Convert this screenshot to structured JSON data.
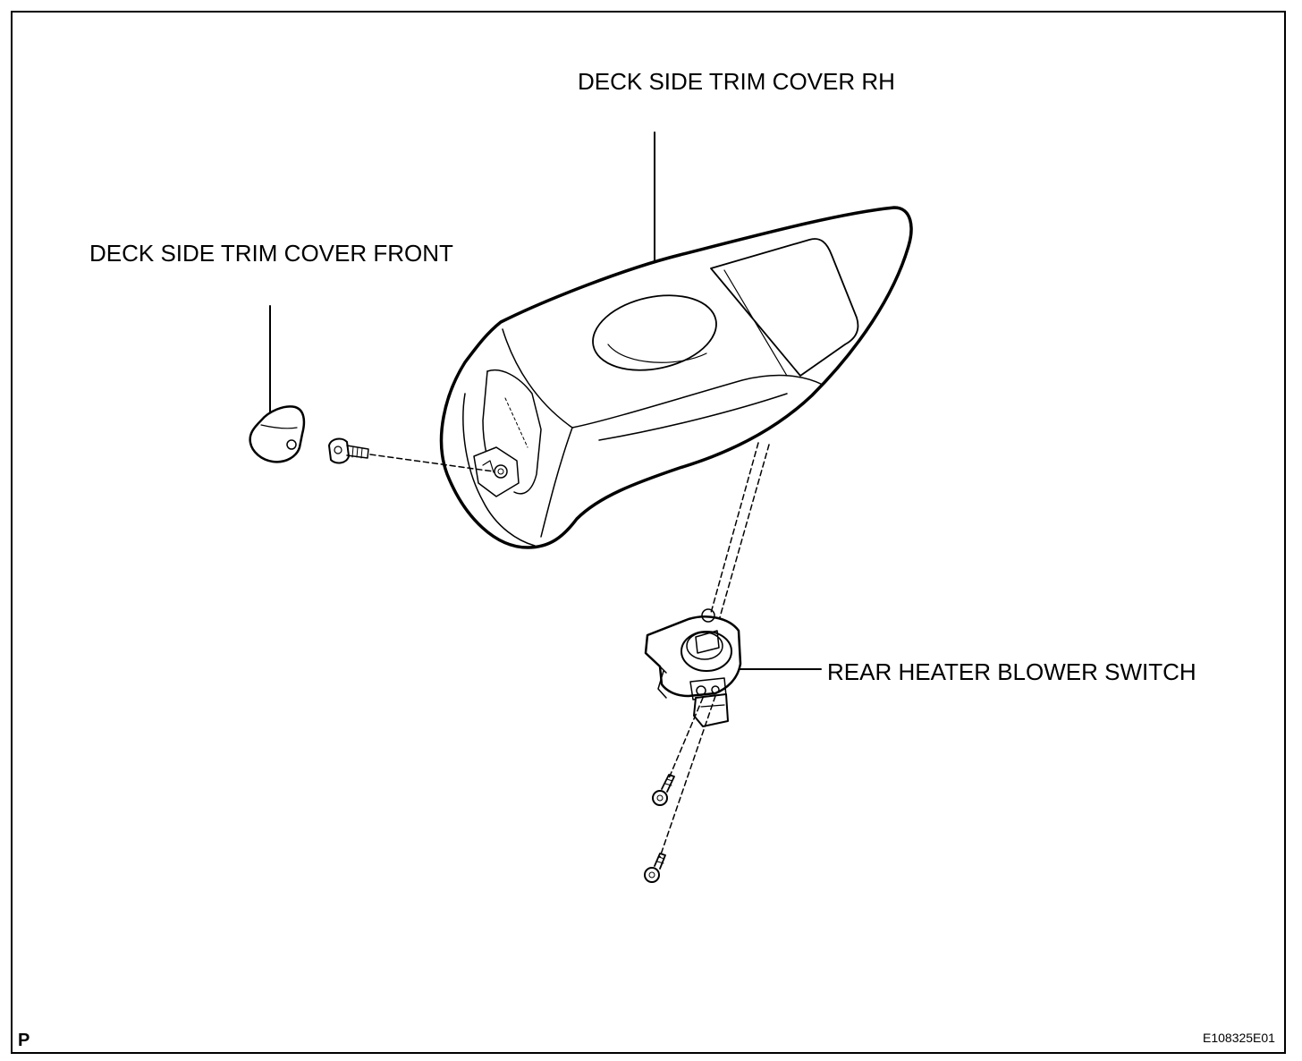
{
  "labels": {
    "trim_cover_rh": "DECK SIDE TRIM COVER RH",
    "trim_cover_front": "DECK SIDE TRIM COVER FRONT",
    "blower_switch": "REAR HEATER BLOWER SWITCH"
  },
  "corner_mark": "P",
  "figure_id": "E108325E01",
  "colors": {
    "line": "#000000",
    "background": "#ffffff"
  }
}
